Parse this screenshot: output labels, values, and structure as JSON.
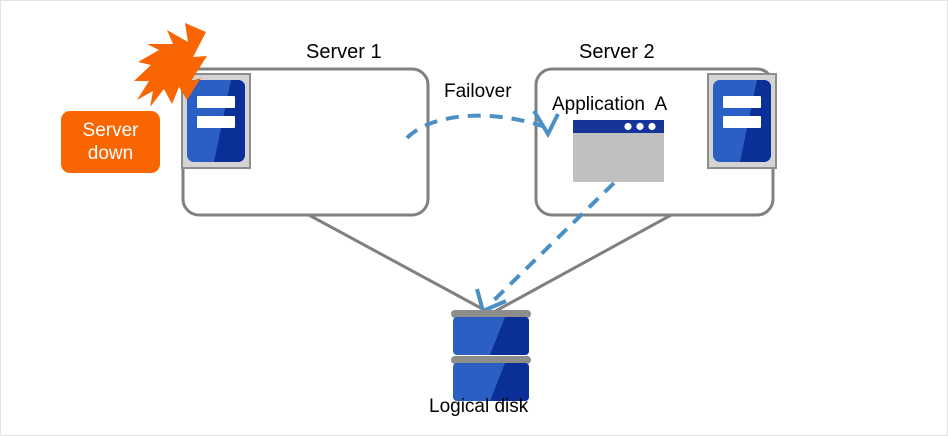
{
  "diagram": {
    "title_server1": "Server 1",
    "title_server2": "Server 2",
    "failover_label": "Failover",
    "application_label": "Application  A",
    "disk_label": "Logical disk",
    "server_down_line1": "Server",
    "server_down_line2": "down"
  },
  "colors": {
    "alert_orange": "#f96500",
    "box_border_gray": "#808080",
    "connector_gray": "#808080",
    "failover_blue": "#4a90c4",
    "icon_blue_light": "#2c5fc4",
    "icon_blue_dark": "#0a2f96",
    "icon_frame_gray": "#d4d4d4",
    "app_titlebar_navy": "#16339a",
    "app_body_gray": "#c0c0c0",
    "disk_bar_gray": "#8d8d8d",
    "text_black": "#000000",
    "canvas_white": "#ffffff"
  },
  "icons": {
    "server_icon": "server-rack-icon",
    "lightning_icon": "lightning-burst-icon",
    "app_window_icon": "application-window-icon",
    "disk_icon": "stacked-disk-icon",
    "failover_arrow": "dashed-curved-arrow-icon",
    "disk_access_arrow": "dashed-straight-arrow-icon"
  }
}
